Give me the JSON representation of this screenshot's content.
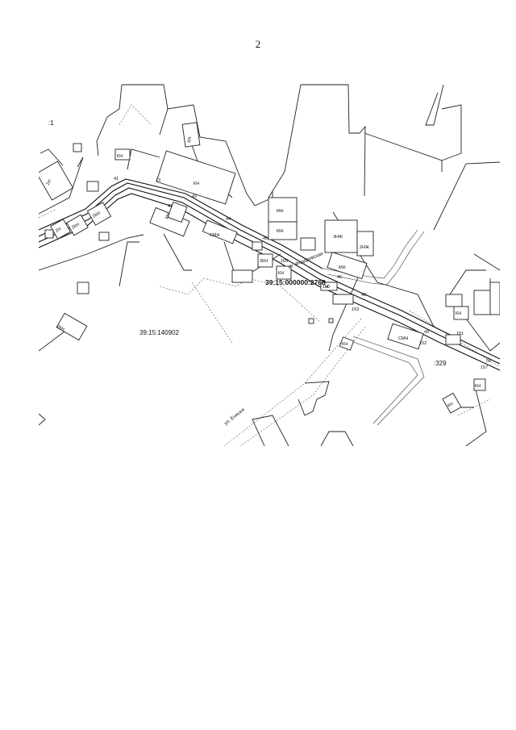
{
  "page": {
    "number": "2"
  },
  "map": {
    "parcels": {
      "main": "39:15:000000:2768",
      "southwest": "39:15:140902",
      "east": ":329",
      "northwest": ":1"
    },
    "streets": {
      "fedorovskaya": "ул. Федоровская",
      "yenisey": "ул. Енисея"
    },
    "building_labels": {
      "kn": "КН",
      "mn": "МН",
      "smn": "СМН",
      "2n": "2Н",
      "2kn": "2КН",
      "3nzh": "3НЖ",
      "2nzh": "2НЖ",
      "1n": "1Н",
      "n": "Н"
    },
    "point_labels": {
      "p41": "41",
      "p43": "43",
      "p44": "44",
      "p45": "45",
      "p46": "46",
      "p47": "47",
      "p48": "48",
      "p49": "49",
      "p50": "50",
      "p13": "13",
      "p150": "150",
      "p151": "151",
      "p152": "152",
      "p153": "153",
      "p157": "157",
      "p165": "165"
    }
  }
}
